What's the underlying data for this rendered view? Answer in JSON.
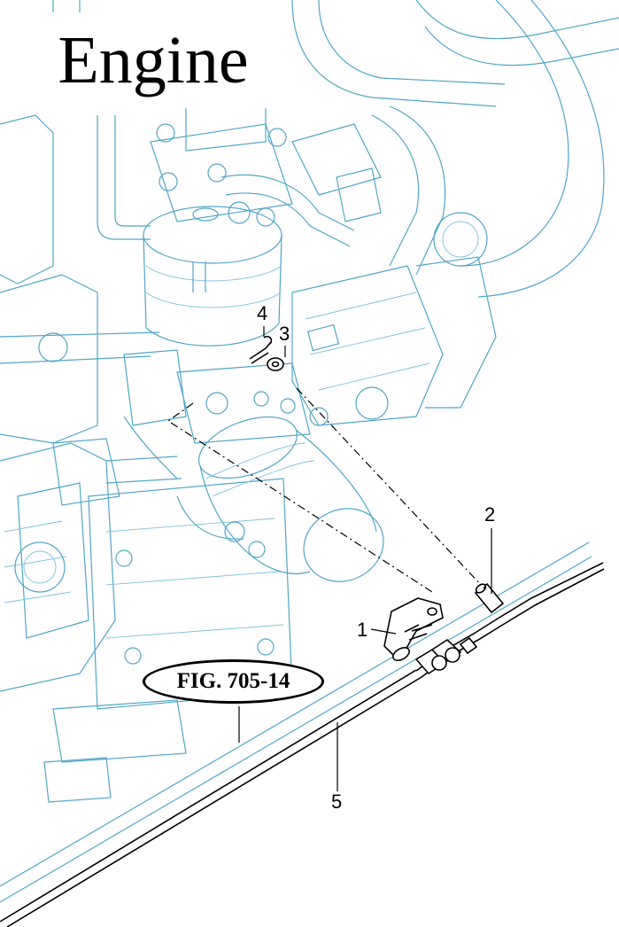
{
  "title": "Engine",
  "figure_reference": "FIG. 705-14",
  "callouts": [
    "1",
    "2",
    "3",
    "4",
    "5"
  ],
  "colors": {
    "engine_linework": "#4fa6c7",
    "parts_linework": "#000000",
    "background": "#ffffff"
  }
}
